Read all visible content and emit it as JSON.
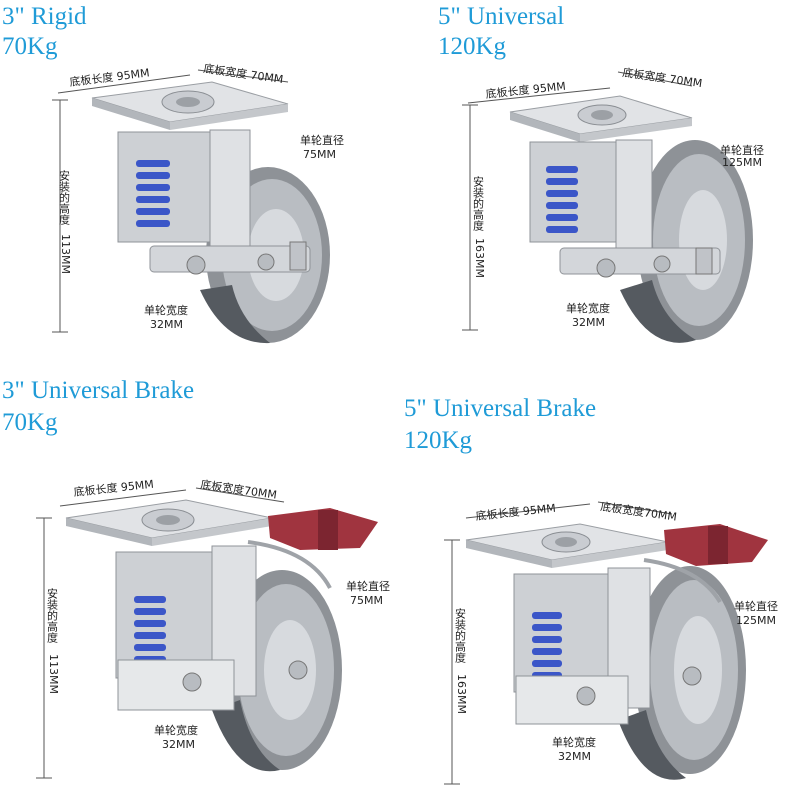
{
  "products": [
    {
      "name": "3\" Rigid",
      "load": "70Kg",
      "plate_length": "底板长度 95MM",
      "plate_width": "底板宽度 70MM",
      "install_height_label": "安装的高度",
      "install_height": "113MM",
      "wheel_diameter_label": "单轮直径",
      "wheel_diameter": "75MM",
      "wheel_width_label": "单轮宽度",
      "wheel_width": "32MM",
      "brake": false
    },
    {
      "name": "5\" Universal",
      "load": "120Kg",
      "plate_length": "底板长度 95MM",
      "plate_width": "底板宽度 70MM",
      "install_height_label": "安装的高度",
      "install_height": "163MM",
      "wheel_diameter_label": "单轮直径",
      "wheel_diameter": "125MM",
      "wheel_width_label": "单轮宽度",
      "wheel_width": "32MM",
      "brake": false
    },
    {
      "name": "3\" Universal Brake",
      "load": "70Kg",
      "plate_length": "底板长度 95MM",
      "plate_width": "底板宽度70MM",
      "install_height_label": "安装的高度",
      "install_height": "113MM",
      "wheel_diameter_label": "单轮直径",
      "wheel_diameter": "75MM",
      "wheel_width_label": "单轮宽度",
      "wheel_width": "32MM",
      "brake": true
    },
    {
      "name": "5\" Universal Brake",
      "load": "120Kg",
      "plate_length": "底板长度 95MM",
      "plate_width": "底板宽度70MM",
      "install_height_label": "安装的高度",
      "install_height": "163MM",
      "wheel_diameter_label": "单轮直径",
      "wheel_diameter": "125MM",
      "wheel_width_label": "单轮宽度",
      "wheel_width": "32MM",
      "brake": true
    }
  ],
  "colors": {
    "title": "#1f9bd7",
    "spring": "#3b56c8",
    "brake": "#a0343f",
    "chrome": "#c9ccd1",
    "wheel": "#8e9297"
  }
}
